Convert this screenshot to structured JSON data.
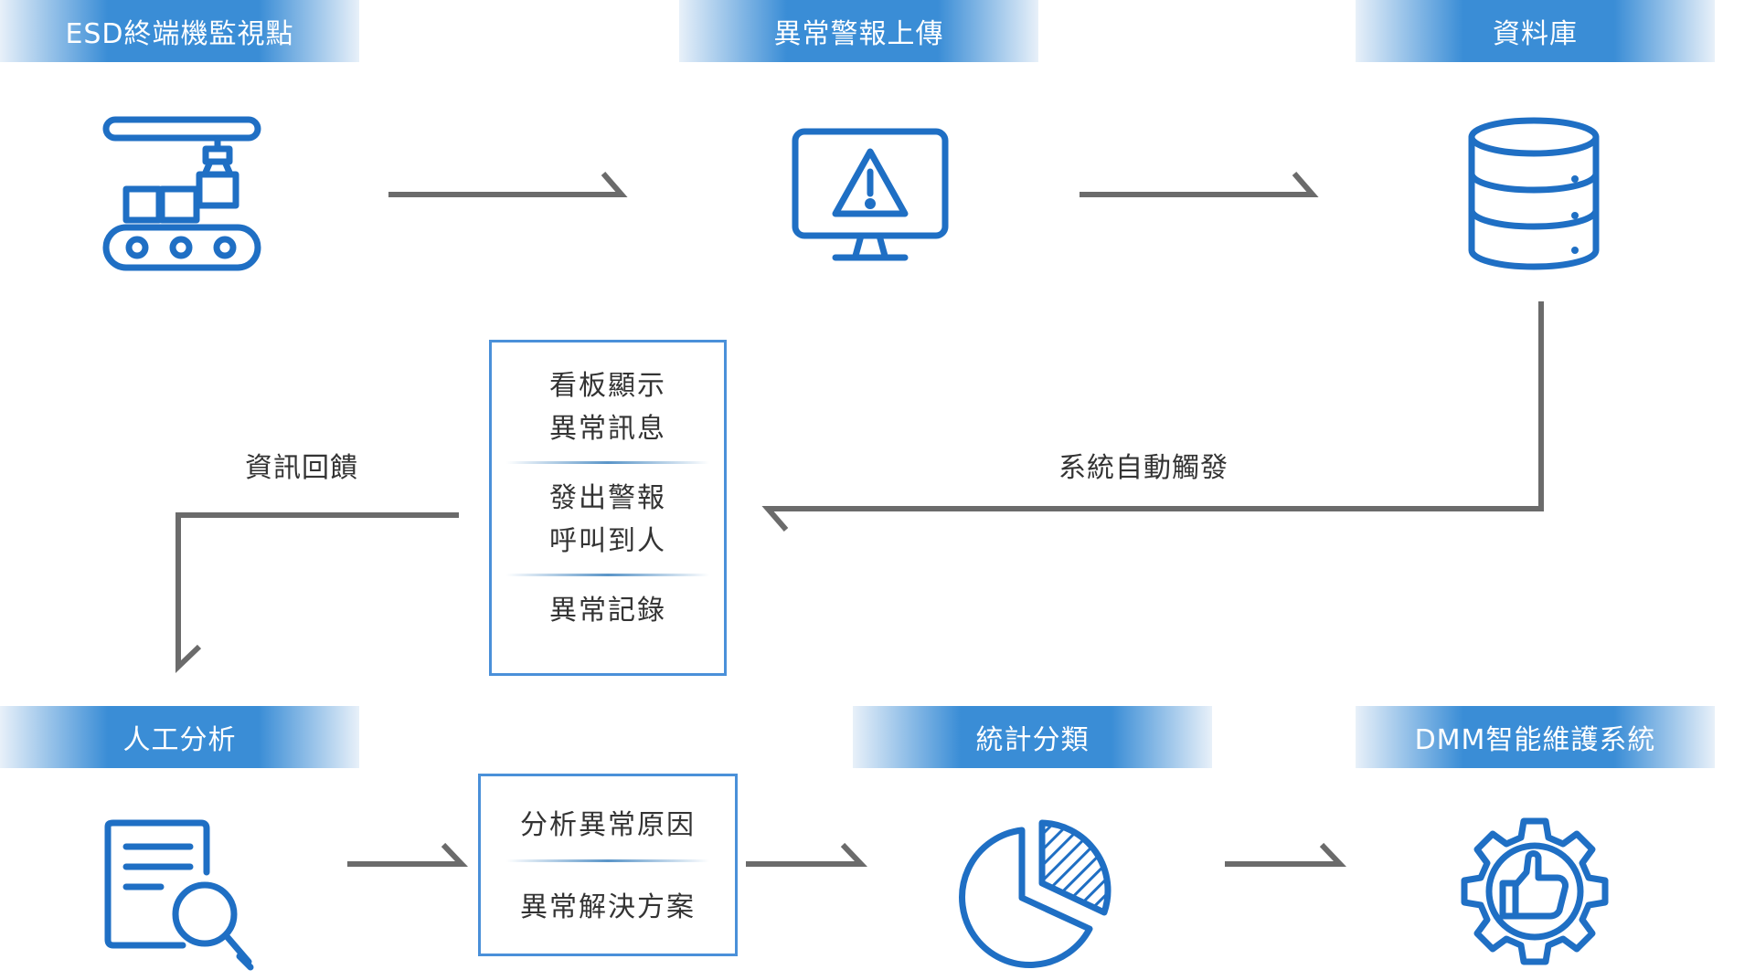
{
  "stages": {
    "esd_monitor": "ESD終端機監視點",
    "alarm_upload": "異常警報上傳",
    "database": "資料庫",
    "manual_analysis": "人工分析",
    "statistics": "統計分類",
    "dmm_system": "DMM智能維護系統"
  },
  "labels": {
    "auto_trigger": "系統自動觸發",
    "feedback": "資訊回饋"
  },
  "action_box": {
    "group1_line1": "看板顯示",
    "group1_line2": "異常訊息",
    "group2_line1": "發出警報",
    "group2_line2": "呼叫到人",
    "group3": "異常記錄"
  },
  "analysis_box": {
    "item1": "分析異常原因",
    "item2": "異常解決方案"
  },
  "icons": {
    "esd": "conveyor-robot-icon",
    "alarm": "monitor-warning-icon",
    "db": "database-icon",
    "analysis": "document-search-icon",
    "stats": "pie-chart-icon",
    "dmm": "gear-thumbs-up-icon"
  },
  "colors": {
    "icon_blue": "#1f6fc4",
    "band_blue": "#3a8dd6",
    "box_border": "#4a90d9",
    "arrow_gray": "#6b6b6b"
  }
}
